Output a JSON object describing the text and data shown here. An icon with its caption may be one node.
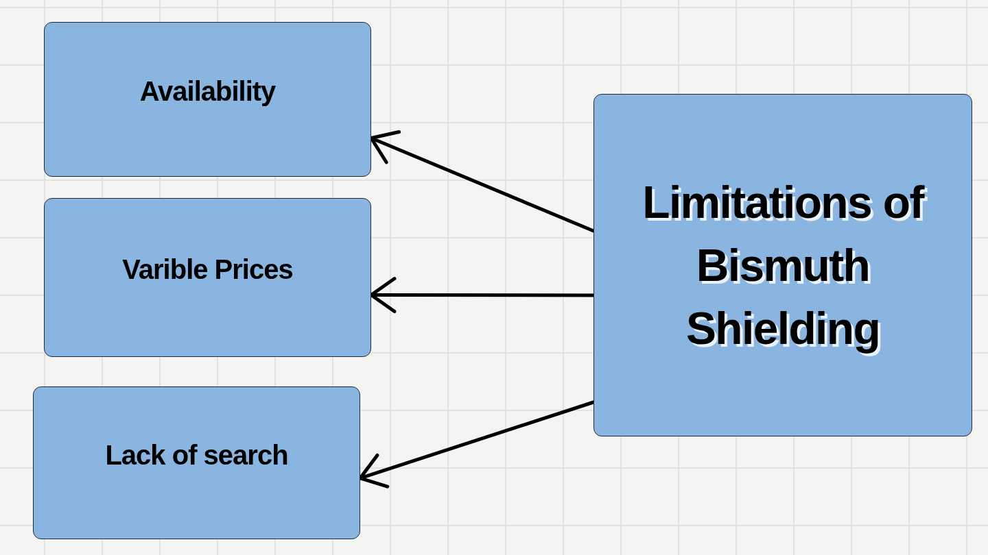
{
  "diagram": {
    "nodes": [
      {
        "text": [
          "Availability"
        ]
      },
      {
        "text": [
          "Varible Prices"
        ]
      },
      {
        "text": [
          "Lack of search"
        ]
      },
      {
        "text": [
          "Limitations of Bismuth Shielding"
        ]
      }
    ],
    "edges": [
      {
        "from": 3,
        "to": 0,
        "arrow": "to"
      },
      {
        "from": 3,
        "to": 1,
        "arrow": "to"
      },
      {
        "from": 3,
        "to": 2,
        "arrow": "to"
      }
    ]
  }
}
